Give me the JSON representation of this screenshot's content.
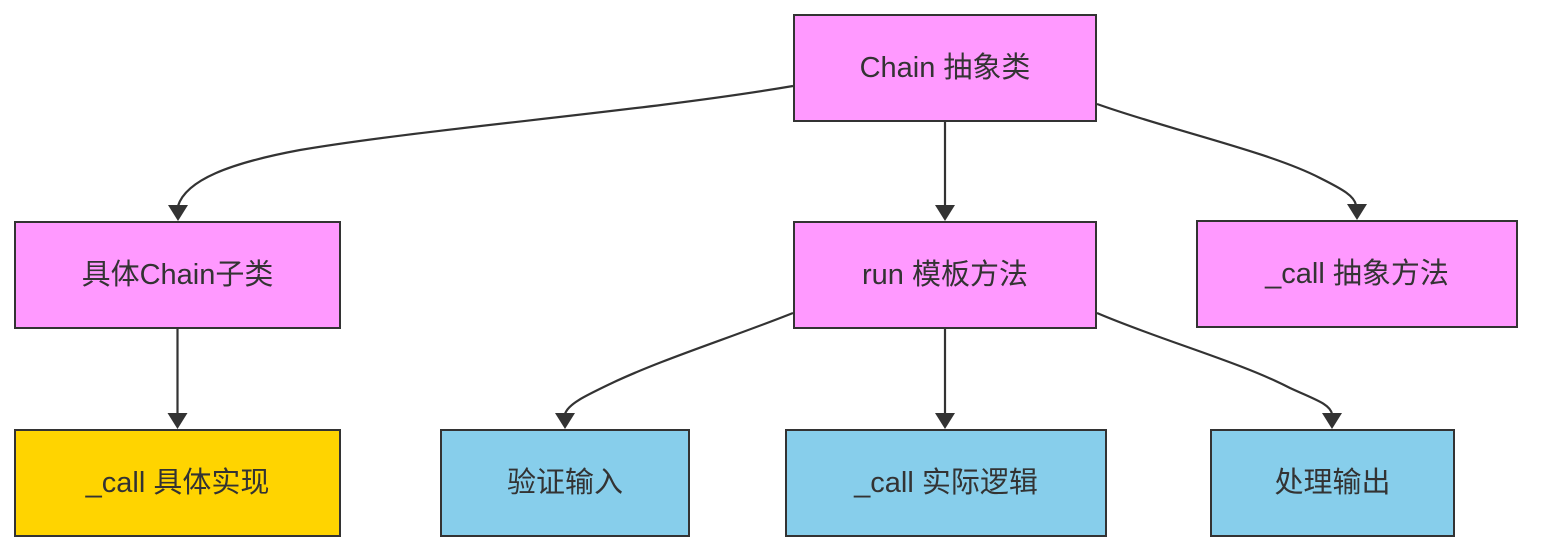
{
  "diagram": {
    "type": "flowchart-top-down",
    "nodes": {
      "chain": {
        "label": "Chain 抽象类",
        "fill": "#ff99ff"
      },
      "subclass": {
        "label": "具体Chain子类",
        "fill": "#ff99ff"
      },
      "run": {
        "label": "run 模板方法",
        "fill": "#ff99ff"
      },
      "call_abstract": {
        "label": "_call 抽象方法",
        "fill": "#ff99ff"
      },
      "call_impl": {
        "label": "_call 具体实现",
        "fill": "#ffd400"
      },
      "validate": {
        "label": "验证输入",
        "fill": "#87ceeb"
      },
      "call_logic": {
        "label": "_call 实际逻辑",
        "fill": "#87ceeb"
      },
      "output": {
        "label": "处理输出",
        "fill": "#87ceeb"
      }
    },
    "edges": [
      {
        "from": "chain",
        "to": "subclass"
      },
      {
        "from": "chain",
        "to": "run"
      },
      {
        "from": "chain",
        "to": "call_abstract"
      },
      {
        "from": "subclass",
        "to": "call_impl"
      },
      {
        "from": "run",
        "to": "validate"
      },
      {
        "from": "run",
        "to": "call_logic"
      },
      {
        "from": "run",
        "to": "output"
      }
    ],
    "colors": {
      "background": "#ffffff",
      "node_border": "#333333",
      "edge": "#333333",
      "text": "#333333",
      "pink": "#ff99ff",
      "yellow": "#ffd400",
      "blue": "#87ceeb"
    }
  }
}
